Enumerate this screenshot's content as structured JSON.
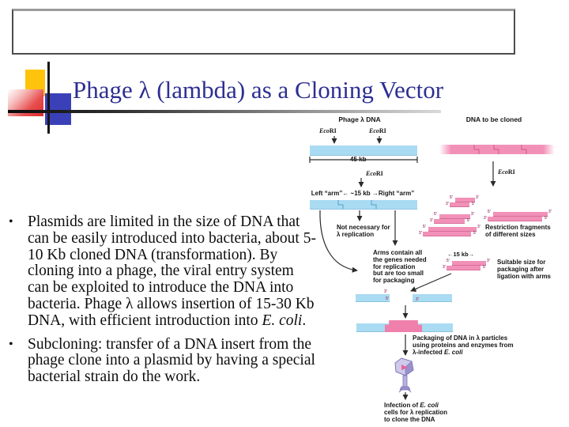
{
  "slide": {
    "title": "Phage λ (lambda) as a Cloning Vector",
    "title_color": "#2D2F92",
    "bullet_marker": "•",
    "bullets": [
      {
        "segments": [
          {
            "t": "Plasmids are limited in the size of DNA that can be easily introduced into bacteria, about 5-10 Kb cloned DNA (transformation). By cloning into a phage, the viral entry system can be exploited to introduce the DNA into bacteria. Phage λ allows insertion of 15-30 Kb DNA, with efficient introduction into "
          },
          {
            "t": "E. coli",
            "i": true
          },
          {
            "t": "."
          }
        ]
      },
      {
        "segments": [
          {
            "t": "Subcloning: transfer of a DNA insert from the phage clone into a plasmid by having a special bacterial strain do the work."
          }
        ]
      }
    ],
    "colors": {
      "deco_yellow": "#FFC30B",
      "deco_blue": "#3A41B8",
      "deco_red": "#E23B3B"
    }
  },
  "diagram": {
    "left_header": "Phage λ DNA",
    "right_header": "DNA to be cloned",
    "ecori": {
      "italic": "Eco",
      "roman": "RI"
    },
    "prime5": "5'",
    "prime3": "3'",
    "colors": {
      "lambda_dna": "#A9DBF2",
      "insert_dna": "#F291B8"
    },
    "labels": {
      "kb45": "45 kb",
      "arms_line": "Left “arm”← ~15 kb →Right “arm”",
      "not_necessary": "Not necessary for\nλ replication",
      "arms_contain": "Arms contain all\nthe genes needed\nfor replication\nbut are too small\nfor packaging",
      "restriction_fragments": "Restriction fragments\nof different sizes",
      "kb15": "←15 kb→",
      "suitable": "Suitable size for\npackaging after\nligation with arms",
      "packaging_segments": [
        {
          "t": "Packaging of DNA in λ particles\nusing proteins and enzymes from\nλ-infected "
        },
        {
          "t": "E. coli",
          "i": true
        }
      ],
      "infection_segments": [
        {
          "t": "Infection of "
        },
        {
          "t": "E. coli",
          "i": true
        },
        {
          "t": "\ncells for λ replication\nto clone the DNA"
        }
      ]
    }
  }
}
